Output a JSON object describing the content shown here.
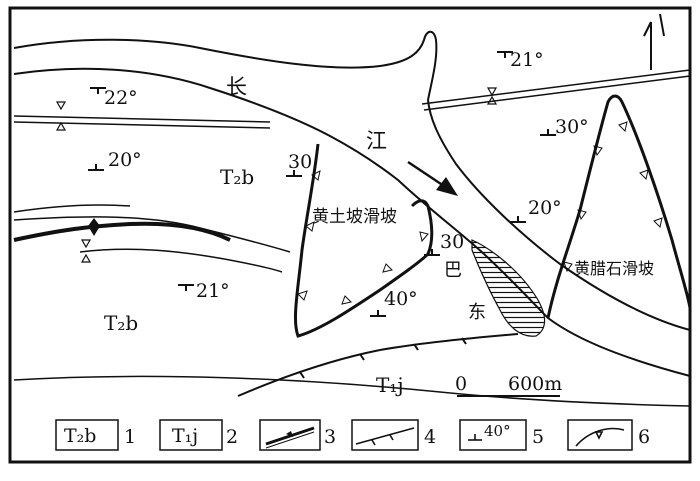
{
  "labels": {
    "river_part1": "长",
    "river_part2": "江",
    "formation_upper": "T₂b",
    "formation_lower": "T₁j",
    "landslide_left": "黄土坡滑坡",
    "landslide_right": "黄腊石滑坡",
    "town_part1": "巴",
    "town_part2": "东",
    "scale_zero": "0",
    "scale_length": "600m"
  },
  "attitudes": [
    {
      "id": "a22",
      "value": "22°"
    },
    {
      "id": "a21top",
      "value": "21°"
    },
    {
      "id": "a20a",
      "value": "20°"
    },
    {
      "id": "a30left",
      "value": "30"
    },
    {
      "id": "a30right",
      "value": "30°"
    },
    {
      "id": "a20b",
      "value": "20°"
    },
    {
      "id": "a30mid",
      "value": "30"
    },
    {
      "id": "a21bot",
      "value": "21°"
    },
    {
      "id": "a40",
      "value": "40°"
    }
  ],
  "legend": [
    {
      "symbol_text": "T₂b",
      "number": "1"
    },
    {
      "symbol_text": "T₁j",
      "number": "2"
    },
    {
      "symbol_icon": "fold-axis-icon",
      "number": "3"
    },
    {
      "symbol_icon": "fault-icon",
      "number": "4"
    },
    {
      "symbol_text": "40°",
      "number": "5"
    },
    {
      "symbol_icon": "landslide-boundary-icon",
      "number": "6"
    }
  ]
}
